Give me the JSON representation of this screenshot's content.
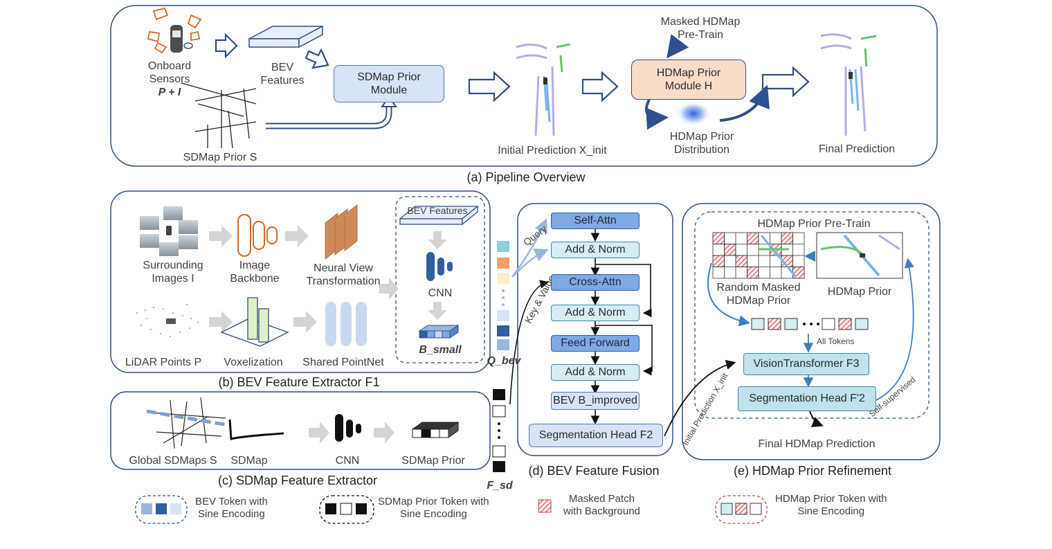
{
  "panel_a": {
    "caption": "(a) Pipeline Overview",
    "onboard_sensors": [
      "Onboard",
      "Sensors",
      "P + I"
    ],
    "bev_features": [
      "BEV",
      "Features"
    ],
    "sdmap_prior_module": [
      "SDMap Prior",
      "Module"
    ],
    "sdmap_prior_label": "SDMap Prior S",
    "initial_prediction": "Initial Prediction X_init",
    "masked_pretrain": [
      "Masked HDMap",
      "Pre-Train"
    ],
    "hdmap_prior_module": [
      "HDMap Prior",
      "Module H"
    ],
    "hdmap_prior_distribution": [
      "HDMap Prior",
      "Distribution"
    ],
    "final_prediction": "Final Prediction"
  },
  "panel_b": {
    "caption": "(b) BEV Feature Extractor F1",
    "surrounding_images": [
      "Surrounding",
      "Images I"
    ],
    "image_backbone": [
      "Image",
      "Backbone"
    ],
    "neural_view": [
      "Neural View",
      "Transformation"
    ],
    "bev_features": "BEV Features",
    "cnn": "CNN",
    "b_small": "B_small",
    "lidar_points": "LiDAR Points P",
    "voxelization": "Voxelization",
    "shared_pointnet": "Shared PointNet",
    "q_bev": "Q_bev"
  },
  "panel_c": {
    "caption": "(c) SDMap Feature Extractor",
    "global_sdmaps": "Global SDMaps S",
    "sdmap": "SDMap",
    "cnn": "CNN",
    "sdmap_prior": "SDMap Prior",
    "f_sd": "F_sd"
  },
  "panel_d": {
    "caption": "(d) BEV Feature Fusion",
    "query": "Query",
    "key_value": "Key & Value",
    "blocks": [
      "Self-Attn",
      "Add & Norm",
      "Cross-Attn",
      "Add & Norm",
      "Feed Forward",
      "Add & Norm",
      "BEV B_improved",
      "Segmentation Head F2"
    ]
  },
  "panel_e": {
    "caption": "(e) HDMap Prior Refinement",
    "pretrain_title": "HDMap Prior Pre-Train",
    "random_masked": [
      "Random Masked",
      "HDMap Prior"
    ],
    "hdmap_prior": "HDMap Prior",
    "all_tokens": "All Tokens",
    "vision_transformer": "VisionTransformer F3",
    "segmentation_head": "Segmentation Head F'2",
    "final_hdmap": "Final HDMap Prediction",
    "initial_prediction": "Initial Prediction X_init",
    "self_supervised": "Self-supervised"
  },
  "legend": {
    "bev_token": [
      "BEV Token with",
      "Sine Encoding"
    ],
    "sdmap_token": [
      "SDMap Prior Token with",
      "Sine Encoding"
    ],
    "masked_patch": [
      "Masked Patch",
      "with Background"
    ],
    "hdmap_token": [
      "HDMap Prior Token with",
      "Sine Encoding"
    ]
  },
  "colors": {
    "light_box": "#d7e3f6",
    "dark_box": "#7ea8e6",
    "orange_box": "#f8dcc8",
    "cyan_box": "#bfe2ec",
    "arrow_dark": "#2f4f8f",
    "arrow_blue": "#3c7fc0",
    "masked_hatch": "#d04040"
  }
}
